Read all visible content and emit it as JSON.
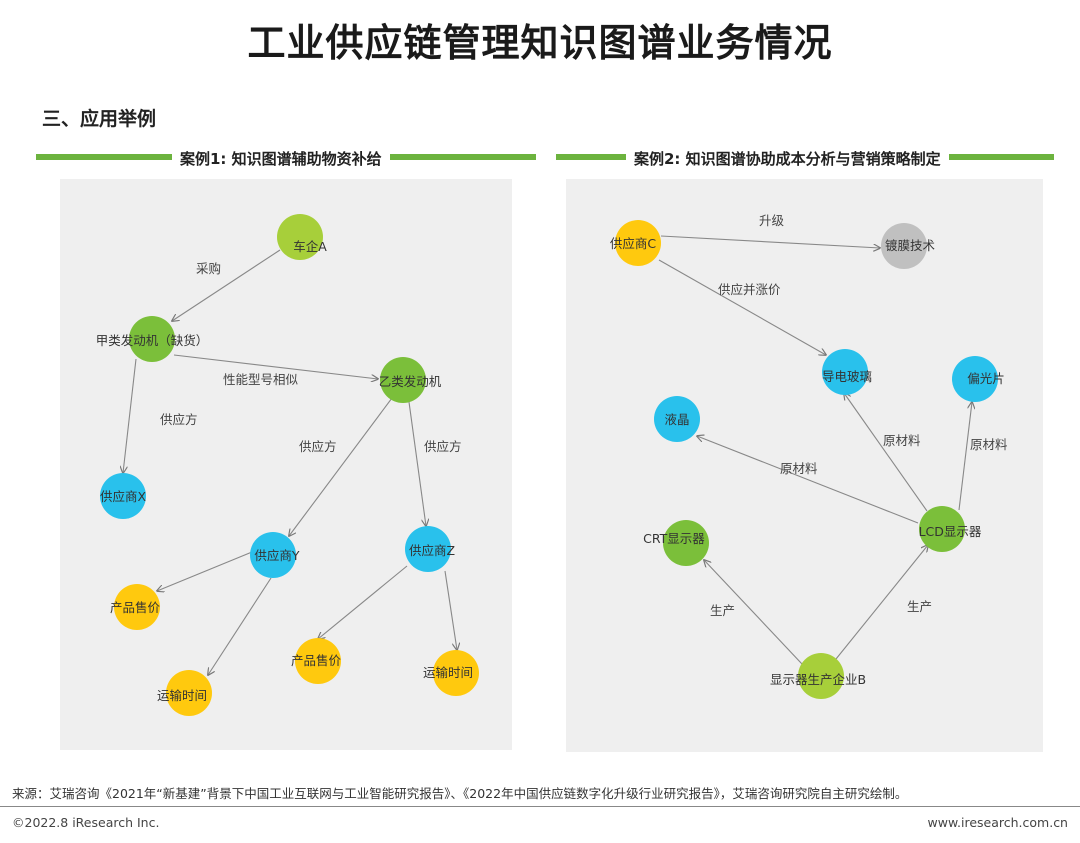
{
  "title": "工业供应链管理知识图谱业务情况",
  "section": "三、应用举例",
  "colors": {
    "accent": "#6cb33e",
    "yellow_green": "#a7cf3a",
    "green": "#7bbf3a",
    "blue": "#29c1ec",
    "yellow": "#ffc90e",
    "gray": "#c0c0c0"
  },
  "case1": {
    "title": "案例1: 知识图谱辅助物资补给",
    "nodes": {
      "n_carA": "车企A",
      "n_engA": "甲类发动机（缺货）",
      "n_engB": "乙类发动机",
      "n_supX": "供应商X",
      "n_supY": "供应商Y",
      "n_supZ": "供应商Z",
      "n_priceY": "产品售价",
      "n_timeY": "运输时间",
      "n_priceZ": "产品售价",
      "n_timeZ": "运输时间"
    },
    "edges": {
      "e_buy": "采购",
      "e_similar": "性能型号相似",
      "e_supX": "供应方",
      "e_supY": "供应方",
      "e_supZ": "供应方"
    }
  },
  "case2": {
    "title": "案例2: 知识图谱协助成本分析与营销策略制定",
    "nodes": {
      "m_supC": "供应商C",
      "m_coat": "镀膜技术",
      "m_glass": "导电玻璃",
      "m_polar": "偏光片",
      "m_lcq": "液晶",
      "m_lcd": "LCD显示器",
      "m_crt": "CRT显示器",
      "m_entB": "显示器生产企业B"
    },
    "edges": {
      "f_upgrade": "升级",
      "f_supply": "供应并涨价",
      "f_raw1": "原材料",
      "f_raw2": "原材料",
      "f_raw3": "原材料",
      "f_prod1": "生产",
      "f_prod2": "生产"
    }
  },
  "footer": {
    "source": "来源：艾瑞咨询《2021年“新基建”背景下中国工业互联网与工业智能研究报告》、《2022年中国供应链数字化升级行业研究报告》，艾瑞咨询研究院自主研究绘制。",
    "copyright": "©2022.8 iResearch Inc.",
    "website": "www.iresearch.com.cn"
  }
}
